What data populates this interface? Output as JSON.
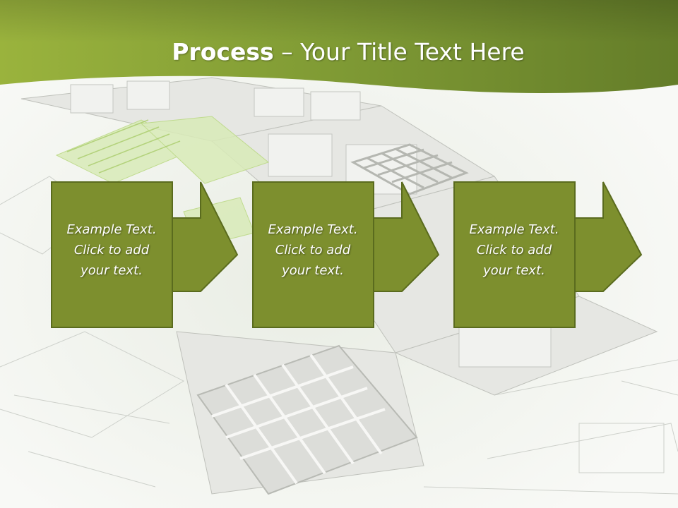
{
  "slide": {
    "title_bold": "Process",
    "title_rest": " – Your Title Text Here",
    "steps": [
      {
        "lines": [
          "Example Text.",
          "Click  to add",
          "your text."
        ]
      },
      {
        "lines": [
          "Example Text.",
          "Click  to add",
          "your text."
        ]
      },
      {
        "lines": [
          "Example Text.",
          "Click  to add",
          "your text."
        ]
      }
    ]
  },
  "colors": {
    "header_green": "#7a9632",
    "box_green": "#7d8f2e",
    "box_border": "#5a6b1e",
    "accent_light_green": "#cfe8a0"
  }
}
